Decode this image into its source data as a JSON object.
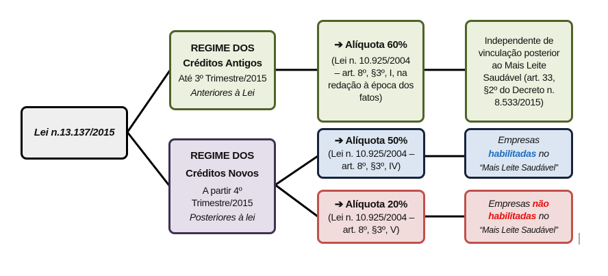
{
  "root": {
    "label": "Lei n.13.137/2015"
  },
  "antigos": {
    "title1": "REGIME DOS",
    "title2": "Créditos Antigos",
    "period": "Até 3º Trimestre/2015",
    "note": "Anteriores à Lei"
  },
  "novos": {
    "title1": "REGIME DOS",
    "title2": "Créditos Novos",
    "period1": "A partir 4º",
    "period2": "Trimestre/2015",
    "note": "Posteriores à lei"
  },
  "a60": {
    "title": "➔ Alíquota 60%",
    "l1": "(Lei n. 10.925/2004",
    "l2": "– art. 8º, §3º, I, na",
    "l3": "redação à época dos",
    "l4": "fatos)"
  },
  "r60": {
    "l1": "Independente de",
    "l2": "vinculação posterior",
    "l3": "ao Mais Leite",
    "l4": "Saudável (art. 33,",
    "l5": "§2º do Decreto n.",
    "l6": "8.533/2015)"
  },
  "a50": {
    "title": "➔ Alíquota 50%",
    "l1": "(Lei n. 10.925/2004 –",
    "l2": "art. 8º, §3º, IV)"
  },
  "r50": {
    "pre": "Empresas",
    "hl": "habilitadas",
    "post": " no",
    "prog": "“Mais Leite Saudável”",
    "hl_color": "#1f6fc1"
  },
  "a20": {
    "title": "➔ Alíquota 20%",
    "l1": "(Lei n. 10.925/2004 –",
    "l2": "art. 8º, §3º, V)"
  },
  "r20": {
    "pre": "Empresas ",
    "hl1": "não",
    "hl2": "habilitadas",
    "post": " no",
    "prog": "“Mais Leite Saudável”",
    "hl_color": "#e81010"
  }
}
